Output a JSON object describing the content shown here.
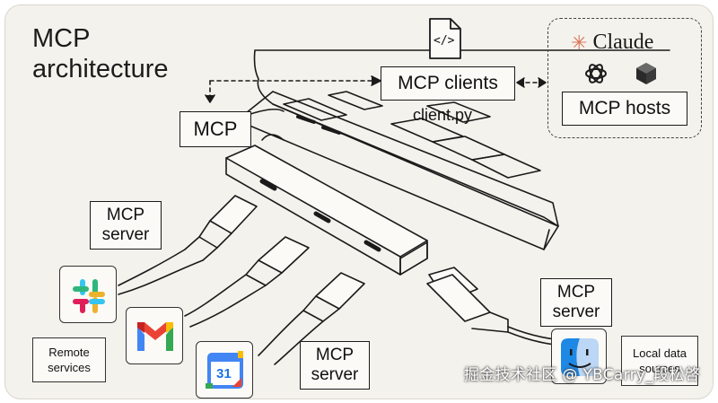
{
  "diagram": {
    "title_line1": "MCP",
    "title_line2": "architecture",
    "mcp_label": "MCP",
    "mcp_clients_label": "MCP clients",
    "client_file": "client.py",
    "claude_label": "Claude",
    "mcp_hosts_label": "MCP hosts",
    "server_top_line1": "MCP",
    "server_top_line2": "server",
    "server_bottom_line1": "MCP",
    "server_bottom_line2": "server",
    "server_right_line1": "MCP",
    "server_right_line2": "server",
    "remote_services_line1": "Remote",
    "remote_services_line2": "services",
    "local_data_line1": "Local data",
    "local_data_line2": "sources",
    "calendar_day": "31",
    "code_glyph": "</>"
  },
  "watermark": "掘金技术社区 @ YBCarry_段松啓",
  "icons": [
    "file-code-icon",
    "claude-logo-icon",
    "openai-logo-icon",
    "cube-logo-icon",
    "slack-icon",
    "gmail-icon",
    "google-calendar-icon",
    "finder-icon"
  ],
  "colors": {
    "background": "#f4f2ec",
    "outline": "#1a1a1a",
    "claude_orange": "#d97757",
    "gmail_red": "#ea4335",
    "calendar_blue": "#4285f4"
  }
}
